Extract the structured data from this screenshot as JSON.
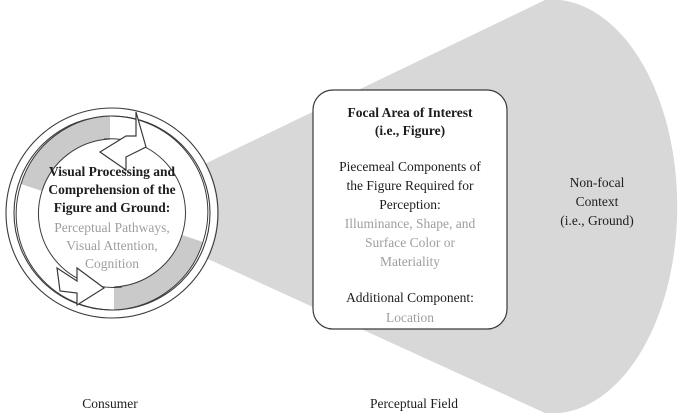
{
  "figure": {
    "title": "Perceptual field diagram: consumer visual processing cone",
    "colors": {
      "cone_fill": "#d8d8d8",
      "arc_fill": "#cacaca",
      "stroke_dark": "#3a3a3a",
      "text_dark": "#1d1d1d",
      "text_gray": "#9e9e9e",
      "box_fill": "#ffffff",
      "page_background": "#ffffff"
    }
  },
  "cone": {
    "name": "non-focal-context-cone",
    "label_lines": [
      "Non-focal",
      "Context",
      "(i.e., Ground)"
    ]
  },
  "consumer_circle": {
    "name": "consumer-cycle",
    "heading_lines": [
      "Visual Processing and",
      "Comprehension of the",
      "Figure and Ground:"
    ],
    "detail_lines": [
      "Perceptual Pathways,",
      "Visual Attention,",
      "Cognition"
    ],
    "arrows": [
      {
        "name": "cycle-arrow-top",
        "direction": "counter-clockwise-up-left"
      },
      {
        "name": "cycle-arrow-bottom",
        "direction": "counter-clockwise-down-right"
      }
    ]
  },
  "focal_box": {
    "name": "focal-area-of-interest-box",
    "heading_lines": [
      "Focal Area of Interest",
      "(i.e., Figure)"
    ],
    "section_one_heading_lines": [
      "Piecemeal Components of",
      "the Figure Required for",
      "Perception:"
    ],
    "section_one_detail_lines": [
      "Illuminance, Shape, and",
      "Surface Color or",
      "Materiality"
    ],
    "section_two_heading_lines": [
      "Additional Component:"
    ],
    "section_two_detail_lines": [
      "Location"
    ]
  },
  "axis_labels": {
    "left": "Consumer",
    "center": "Perceptual Field"
  }
}
